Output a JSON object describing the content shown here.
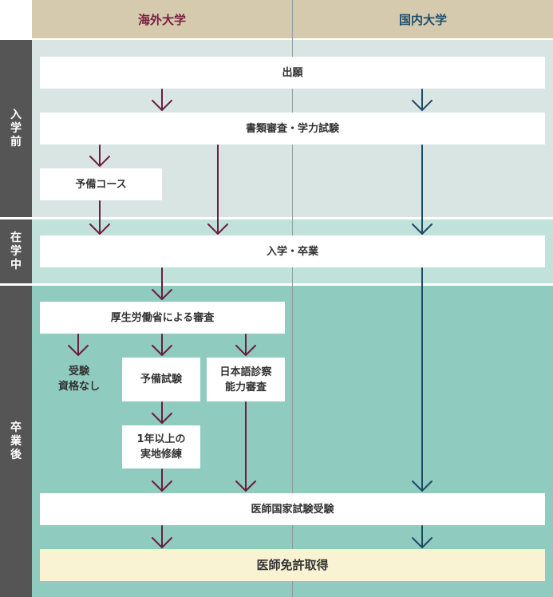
{
  "columns": {
    "overseas": "海外大学",
    "domestic": "国内大学"
  },
  "phases": {
    "before": "入学前",
    "during": "在学中",
    "after": "卒業後"
  },
  "steps": {
    "application": "出願",
    "screening": "書類審査・学力試験",
    "prep_course": "予備コース",
    "admission_graduation": "入学・卒業",
    "mhlw_review": "厚生労働省による審査",
    "not_eligible": "受験\n資格なし",
    "prelim_exam": "予備試験",
    "japanese_exam": "日本語診察\n能力審査",
    "internship": "1年以上の\n実地修練",
    "national_exam": "医師国家試験受験",
    "license": "医師免許取得"
  },
  "colors": {
    "overseas_text": "#7a1d3f",
    "domestic_text": "#1d4e6e",
    "overseas_arrow": "#6b1d3f",
    "domestic_arrow": "#1f4a66",
    "header_bg": "#d5c9ae",
    "sidebar_bg": "#555555",
    "before_bg": "#d9e5e3",
    "during_bg": "#c0e2da",
    "after_bg": "#8fcbbf",
    "license_bg": "#f9f3d3"
  }
}
